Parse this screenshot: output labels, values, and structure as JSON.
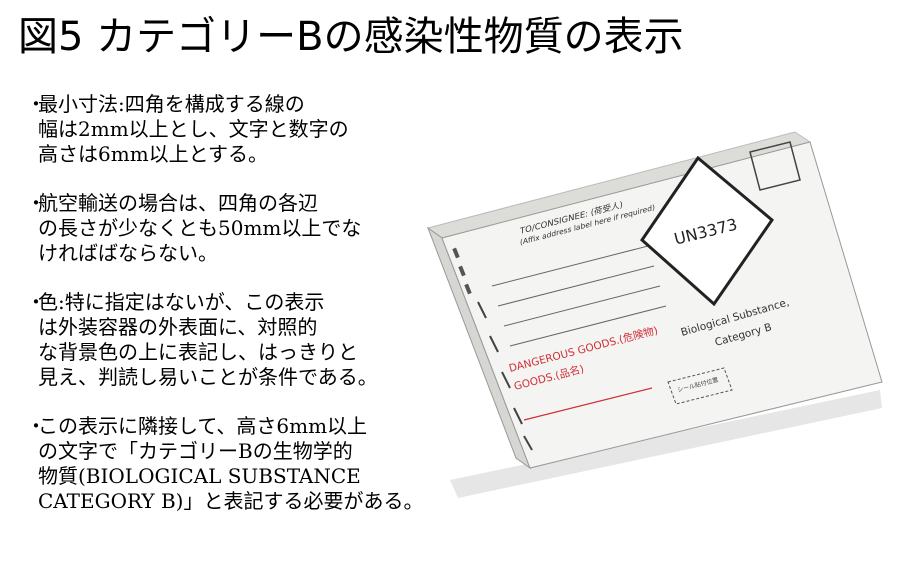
{
  "title": "図5 カテゴリーBの感染性物質の表示",
  "bullet_mark": "・",
  "bullets": [
    {
      "lines": [
        "最小寸法:四角を構成する線の",
        "幅は2mm以上とし、文字と数字の",
        "高さは6mm以上とする。"
      ]
    },
    {
      "lines": [
        "航空輸送の場合は、四角の各辺",
        "の長さが少なくとも50mm以上でな",
        "ければばならない。"
      ]
    },
    {
      "lines": [
        "色:特に指定はないが、この表示",
        "は外装容器の外表面に、対照的",
        "な背景色の上に表記し、はっきりと",
        "見え、判読し易いことが条件である。"
      ]
    },
    {
      "lines": [
        "この表示に隣接して、高さ6mm以上",
        "の文字で「カテゴリーBの生物学的",
        "物質(BIOLOGICAL SUBSTANCE",
        "CATEGORY B)」と表記する必要がある。"
      ]
    }
  ],
  "package": {
    "consignee_label": "TO/CONSIGNEE: (荷受人)",
    "affix_note": "(Affix address label here if required)",
    "un_number": "UN3373",
    "substance_line1": "Biological Substance,",
    "substance_line2": "Category B",
    "dangerous_goods_1": "DANGEROUS GOODS.(危険物)",
    "dangerous_goods_2": "GOODS.(品名)",
    "seal_note": "シール貼付位置",
    "red_color": "#d0303a",
    "box_color": "#f4f4f2"
  }
}
